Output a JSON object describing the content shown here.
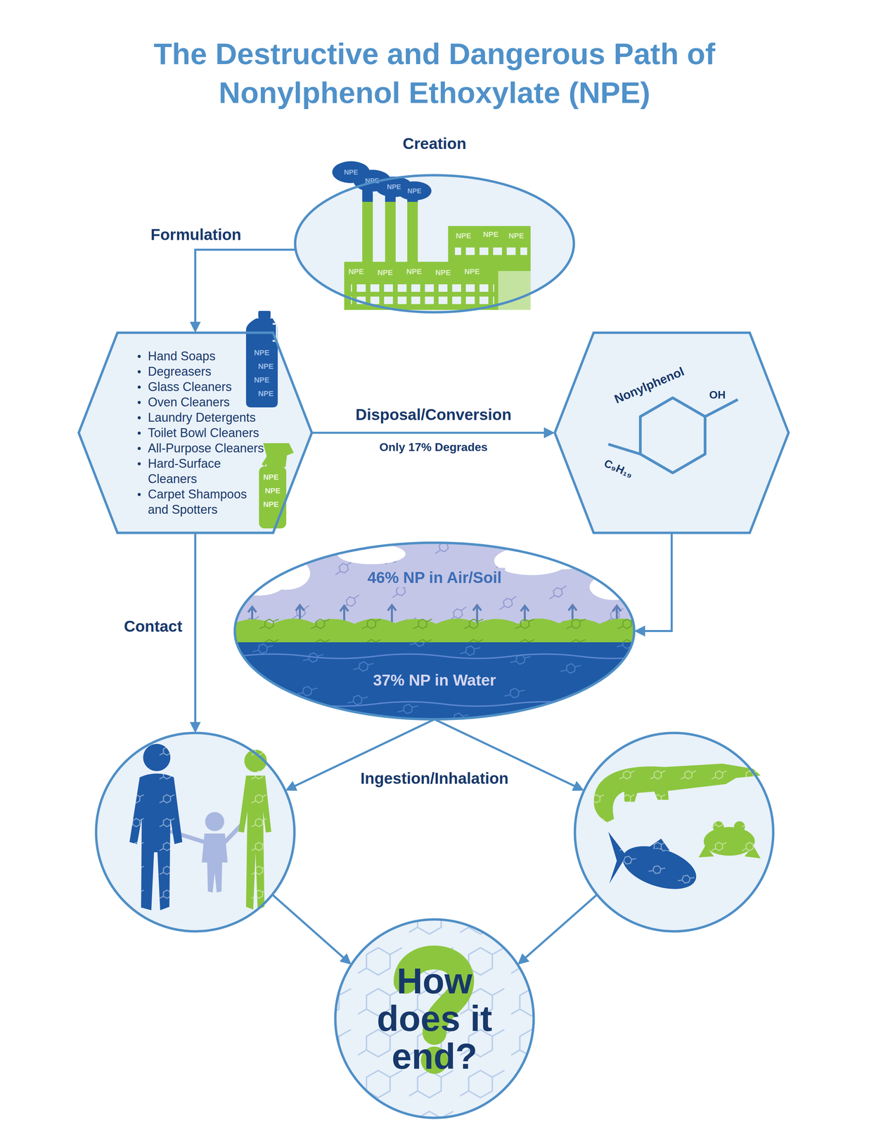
{
  "diagram": {
    "title": "The Destructive and Dangerous Path of Nonylphenol Ethoxylate (NPE)",
    "nodes": [
      {
        "text": [
          "Creation"
        ]
      },
      {
        "text": [
          "Hand Soaps",
          "Degreasers",
          "Glass Cleaners",
          "Oven Cleaners",
          "Laundry Detergents",
          "Toilet Bowl Cleaners",
          "All-Purpose Cleaners",
          "Hard-Surface Cleaners",
          "Carpet Shampoos and Spotters"
        ]
      },
      {
        "text": [
          "Nonylphenol",
          "OH",
          "C₉H₁₉"
        ]
      },
      {
        "text": [
          "46% NP in Air/Soil",
          "37% NP in Water"
        ]
      },
      {
        "text": []
      },
      {
        "text": []
      },
      {
        "text": [
          "How does it end?"
        ]
      }
    ],
    "edges": [
      {
        "from": 0,
        "to": 1,
        "arrow": "to",
        "label": "Formulation"
      },
      {
        "from": 1,
        "to": 2,
        "arrow": "to",
        "label": "Disposal/Conversion"
      },
      {
        "from": 2,
        "to": 3,
        "arrow": "to"
      },
      {
        "from": 1,
        "to": 4,
        "arrow": "to",
        "label": "Contact"
      },
      {
        "from": 3,
        "to": 4,
        "arrow": "to",
        "label": "Ingestion/Inhalation"
      },
      {
        "from": 3,
        "to": 5,
        "arrow": "to"
      },
      {
        "from": 4,
        "to": 6,
        "arrow": "to"
      },
      {
        "from": 5,
        "to": 6,
        "arrow": "to"
      }
    ],
    "labels": [
      "Only 17% Degrades",
      "NPE",
      "NPE",
      "NPE",
      "NPE",
      "NPE",
      "NPE",
      "NPE",
      "NPE",
      "NPE",
      "NPE",
      "NPE",
      "NPE",
      "NPE",
      "NPE",
      "NPE",
      "NPE",
      "NPE",
      "NPE",
      "NPE"
    ]
  }
}
